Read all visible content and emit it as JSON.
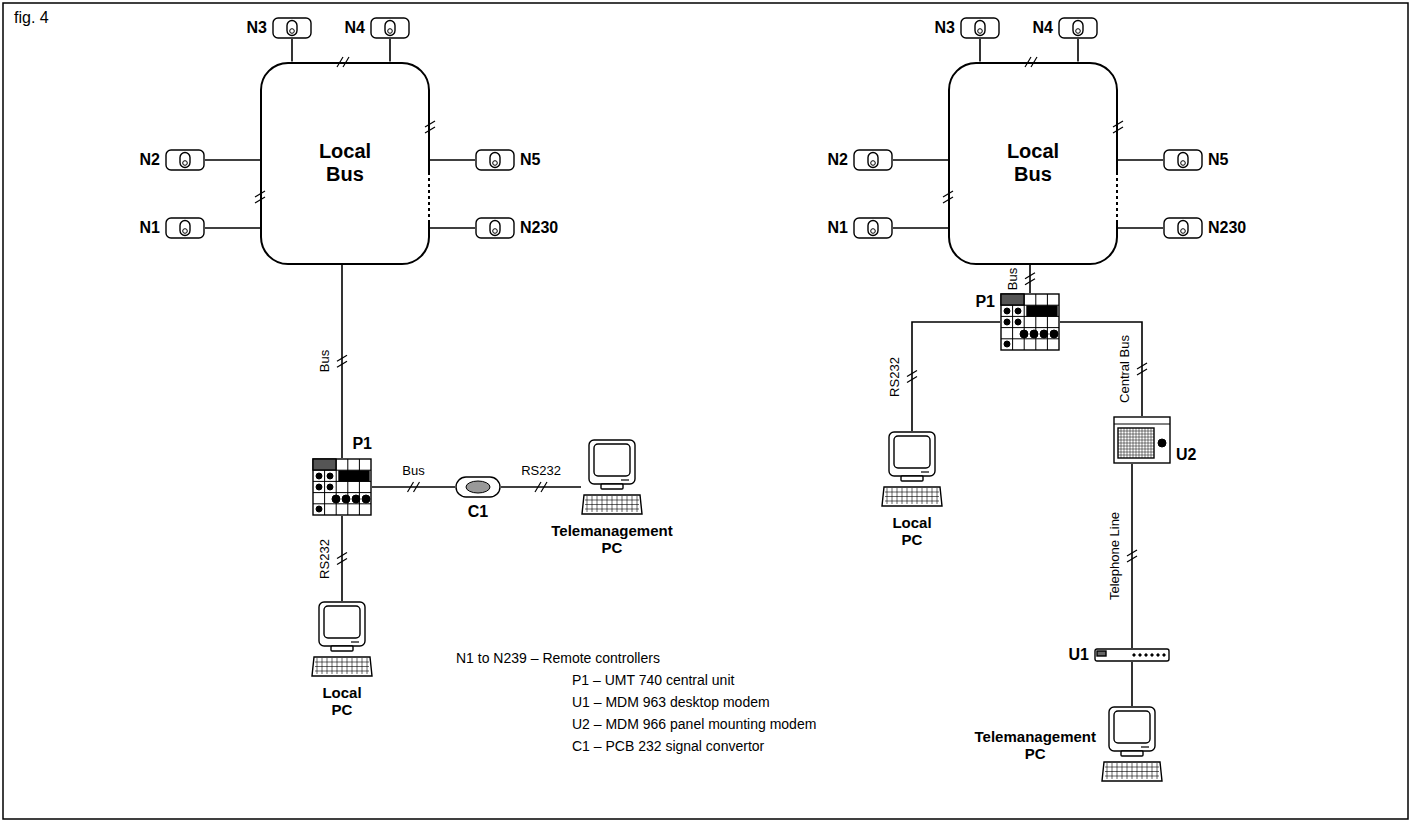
{
  "diagram": {
    "nodes": [
      {
        "text": [
          "N3"
        ]
      },
      {
        "text": [
          "N4"
        ]
      },
      {
        "text": [
          "N2"
        ]
      },
      {
        "text": [
          "N5"
        ]
      },
      {
        "text": [
          "N1"
        ]
      },
      {
        "text": [
          "N230"
        ]
      },
      {
        "text": [
          "Local Bus"
        ]
      },
      {
        "text": [
          "P1"
        ]
      },
      {
        "text": [
          "C1"
        ]
      },
      {
        "text": [
          "Telemanagement PC"
        ]
      },
      {
        "text": [
          "Local PC"
        ]
      },
      {
        "text": [
          "N3"
        ]
      },
      {
        "text": [
          "N4"
        ]
      },
      {
        "text": [
          "N2"
        ]
      },
      {
        "text": [
          "N5"
        ]
      },
      {
        "text": [
          "N1"
        ]
      },
      {
        "text": [
          "N230"
        ]
      },
      {
        "text": [
          "Local Bus"
        ]
      },
      {
        "text": [
          "P1"
        ]
      },
      {
        "text": [
          "Local PC"
        ]
      },
      {
        "text": [
          "U2"
        ]
      },
      {
        "text": [
          "U1"
        ]
      },
      {
        "text": [
          "Telemanagement PC"
        ]
      }
    ],
    "edges": [
      {
        "from": 0,
        "to": 6,
        "arrow": "none"
      },
      {
        "from": 1,
        "to": 6,
        "arrow": "none"
      },
      {
        "from": 2,
        "to": 6,
        "arrow": "none"
      },
      {
        "from": 3,
        "to": 6,
        "arrow": "none"
      },
      {
        "from": 4,
        "to": 6,
        "arrow": "none"
      },
      {
        "from": 5,
        "to": 6,
        "arrow": "none"
      },
      {
        "from": 6,
        "to": 7,
        "label": "Bus",
        "arrow": "none"
      },
      {
        "from": 7,
        "to": 8,
        "label": "Bus",
        "arrow": "none"
      },
      {
        "from": 8,
        "to": 9,
        "label": "RS232",
        "arrow": "none"
      },
      {
        "from": 7,
        "to": 10,
        "label": "RS232",
        "arrow": "none"
      },
      {
        "from": 11,
        "to": 17,
        "arrow": "none"
      },
      {
        "from": 12,
        "to": 17,
        "arrow": "none"
      },
      {
        "from": 13,
        "to": 17,
        "arrow": "none"
      },
      {
        "from": 14,
        "to": 17,
        "arrow": "none"
      },
      {
        "from": 15,
        "to": 17,
        "arrow": "none"
      },
      {
        "from": 16,
        "to": 17,
        "arrow": "none"
      },
      {
        "from": 17,
        "to": 18,
        "label": "Bus",
        "arrow": "none"
      },
      {
        "from": 18,
        "to": 19,
        "label": "RS232",
        "arrow": "none"
      },
      {
        "from": 18,
        "to": 20,
        "label": "Central Bus",
        "arrow": "none"
      },
      {
        "from": 20,
        "to": 21,
        "label": "Telephone Line",
        "arrow": "none"
      },
      {
        "from": 21,
        "to": 22,
        "arrow": "none"
      }
    ],
    "labels": [
      "fig. 4",
      "N1 to N239 – Remote controllers",
      "P1 – UMT 740 central unit",
      "U1 – MDM 963 desktop modem",
      "U2 – MDM 966 panel mounting modem",
      "C1 – PCB 232 signal convertor"
    ]
  }
}
